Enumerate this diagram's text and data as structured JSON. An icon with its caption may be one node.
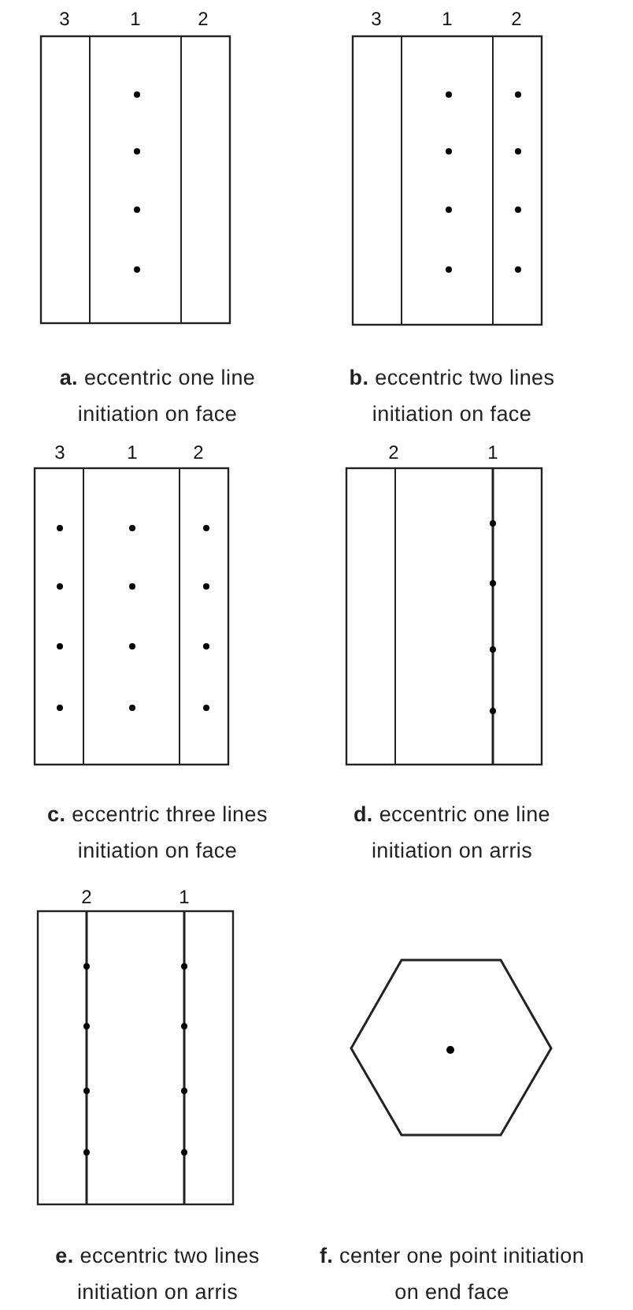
{
  "diagram": {
    "labels": [
      "3",
      "1",
      "2",
      "3",
      "1",
      "2",
      "**a.** eccentric one line initiation on face",
      "**b.** eccentric two lines initiation on face",
      "3",
      "1",
      "2",
      "2",
      "1",
      "**c.** eccentric three lines initiation on face",
      "**d.** eccentric one line initiation on arris",
      "2",
      "1",
      "**e.** eccentric two lines initiation on arris",
      "**f.** center one point initiation on end face"
    ]
  }
}
